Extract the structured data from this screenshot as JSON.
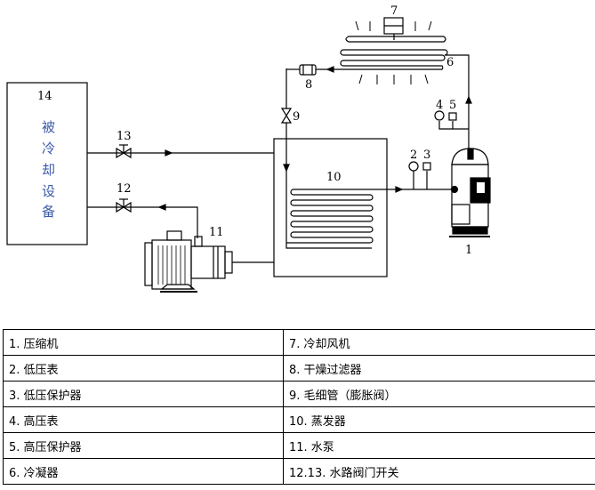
{
  "diagram": {
    "labels": {
      "n1": "1",
      "n2": "2",
      "n3": "3",
      "n4": "4",
      "n5": "5",
      "n6": "6",
      "n7": "7",
      "n8": "8",
      "n9": "9",
      "n10": "10",
      "n11": "11",
      "n12": "12",
      "n13": "13",
      "n14": "14"
    },
    "equipment_chars": [
      "被",
      "冷",
      "却",
      "设",
      "备"
    ]
  },
  "legend_table": {
    "left": [
      "1. 压缩机",
      "2. 低压表",
      "3. 低压保护器",
      "4. 高压表",
      "5. 高压保护器",
      "6. 冷凝器"
    ],
    "right": [
      "7. 冷却风机",
      "8. 干燥过滤器",
      "9. 毛细管（膨胀阀）",
      "10. 蒸发器",
      "11. 水泵",
      "12.13. 水路阀门开关"
    ]
  }
}
